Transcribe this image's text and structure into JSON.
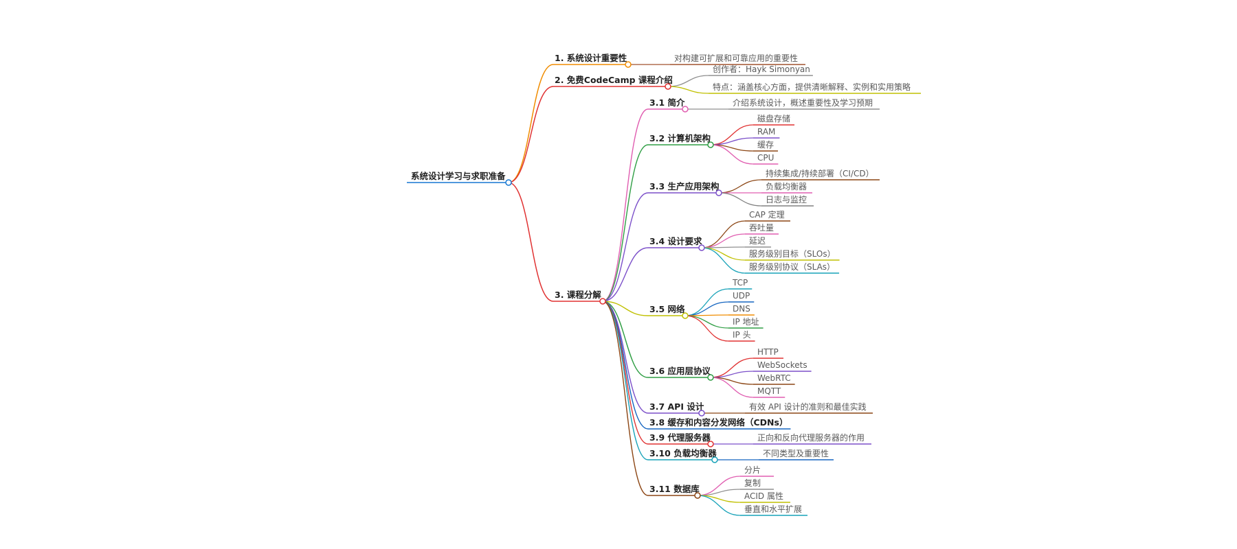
{
  "root": {
    "label": "系统设计学习与求职准备",
    "color": "#1677d2"
  },
  "branches": [
    {
      "id": "b1",
      "label": "1. 系统设计重要性",
      "color": "#f08c00",
      "leaves": [
        {
          "label": "对构建可扩展和可靠应用的重要性",
          "color": "#a0522d"
        }
      ]
    },
    {
      "id": "b2",
      "label": "2. 免费CodeCamp 课程介绍",
      "color": "#e03131",
      "leaves": [
        {
          "label": "创作者：Hayk Simonyan",
          "color": "#909090"
        },
        {
          "label": "特点：涵盖核心方面，提供清晰解释、实例和实用策略",
          "color": "#c0c000"
        }
      ]
    },
    {
      "id": "b3",
      "label": "3. 课程分解",
      "color": "#e03131",
      "subs": [
        {
          "id": "s1",
          "label": "3.1 简介",
          "color": "#e05db0",
          "leaves": [
            {
              "label": "介绍系统设计，概述重要性及学习预期",
              "color": "#909090"
            }
          ]
        },
        {
          "id": "s2",
          "label": "3.2 计算机架构",
          "color": "#2f9e44",
          "leaves": [
            {
              "label": "磁盘存储",
              "color": "#e03131"
            },
            {
              "label": "RAM",
              "color": "#7b4fc9"
            },
            {
              "label": "缓存",
              "color": "#8b4513"
            },
            {
              "label": "CPU",
              "color": "#e05db0"
            }
          ]
        },
        {
          "id": "s3",
          "label": "3.3 生产应用架构",
          "color": "#7b4fc9",
          "leaves": [
            {
              "label": "持续集成/持续部署（CI/CD）",
              "color": "#8b4513"
            },
            {
              "label": "负载均衡器",
              "color": "#e05db0"
            },
            {
              "label": "日志与监控",
              "color": "#808080"
            }
          ]
        },
        {
          "id": "s4",
          "label": "3.4 设计要求",
          "color": "#7b4fc9",
          "leaves": [
            {
              "label": "CAP 定理",
              "color": "#8b4513"
            },
            {
              "label": "吞吐量",
              "color": "#e05db0"
            },
            {
              "label": "延迟",
              "color": "#909090"
            },
            {
              "label": "服务级别目标（SLOs）",
              "color": "#c0c000"
            },
            {
              "label": "服务级别协议（SLAs）",
              "color": "#17a2b8"
            }
          ]
        },
        {
          "id": "s5",
          "label": "3.5 网络",
          "color": "#c0c000",
          "leaves": [
            {
              "label": "TCP",
              "color": "#17a2b8"
            },
            {
              "label": "UDP",
              "color": "#1565c0"
            },
            {
              "label": "DNS",
              "color": "#f08c00"
            },
            {
              "label": "IP 地址",
              "color": "#2f9e44"
            },
            {
              "label": "IP 头",
              "color": "#e03131"
            }
          ]
        },
        {
          "id": "s6",
          "label": "3.6 应用层协议",
          "color": "#2f9e44",
          "leaves": [
            {
              "label": "HTTP",
              "color": "#e03131"
            },
            {
              "label": "WebSockets",
              "color": "#7b4fc9"
            },
            {
              "label": "WebRTC",
              "color": "#8b4513"
            },
            {
              "label": "MQTT",
              "color": "#e05db0"
            }
          ]
        },
        {
          "id": "s7",
          "label": "3.7 API 设计",
          "color": "#7b4fc9",
          "leaves": [
            {
              "label": "有效 API 设计的准则和最佳实践",
              "color": "#8b4513"
            }
          ]
        },
        {
          "id": "s8",
          "label": "3.8 缓存和内容分发网络（CDNs）",
          "color": "#1565c0",
          "leaves": []
        },
        {
          "id": "s9",
          "label": "3.9 代理服务器",
          "color": "#e03131",
          "leaves": [
            {
              "label": "正向和反向代理服务器的作用",
              "color": "#7b4fc9"
            }
          ]
        },
        {
          "id": "s10",
          "label": "3.10 负载均衡器",
          "color": "#17a2b8",
          "leaves": [
            {
              "label": "不同类型及重要性",
              "color": "#1565c0"
            }
          ]
        },
        {
          "id": "s11",
          "label": "3.11 数据库",
          "color": "#8b4513",
          "leaves": [
            {
              "label": "分片",
              "color": "#e05db0"
            },
            {
              "label": "复制",
              "color": "#909090"
            },
            {
              "label": "ACID 属性",
              "color": "#c0c000"
            },
            {
              "label": "垂直和水平扩展",
              "color": "#17a2b8"
            }
          ]
        }
      ]
    }
  ]
}
